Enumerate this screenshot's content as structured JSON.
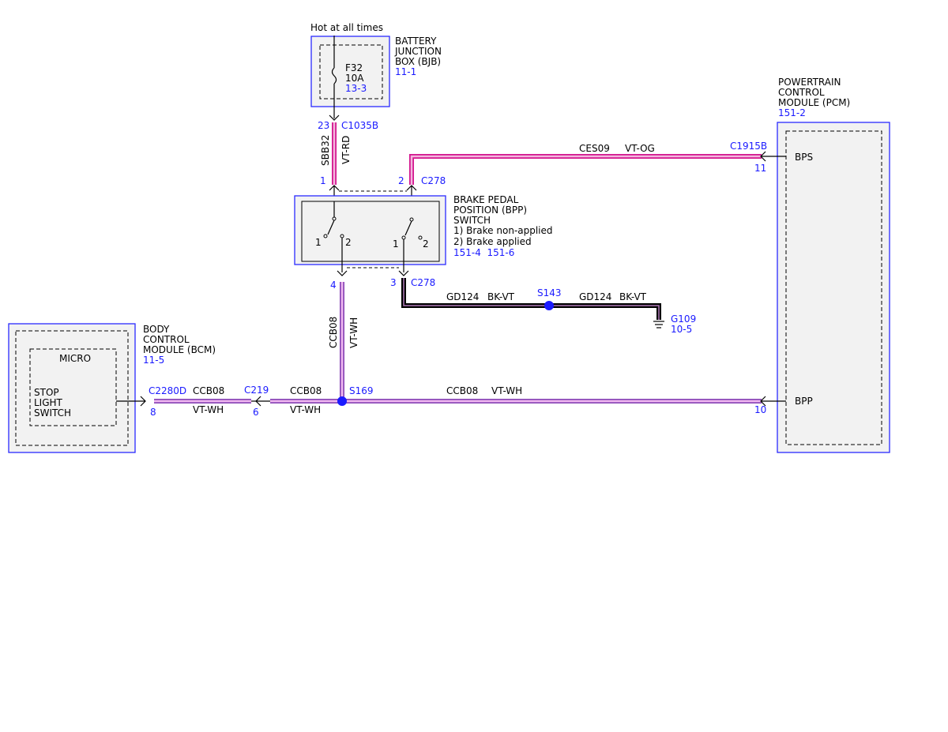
{
  "hot_label": "Hot at all times",
  "bjb": {
    "name_lines": [
      "BATTERY",
      "JUNCTION",
      "BOX (BJB)"
    ],
    "ref": "11-1",
    "fuse_name": "F32",
    "fuse_rating": "10A",
    "fuse_ref": "13-3",
    "pin": "23",
    "connector": "C1035B"
  },
  "wire_sbb32": {
    "circuit": "SBB32",
    "color": "VT-RD"
  },
  "bpp_switch": {
    "name_lines": [
      "BRAKE PEDAL",
      "POSITION (BPP)",
      "SWITCH"
    ],
    "notes": [
      "1) Brake non-applied",
      "2) Brake applied"
    ],
    "refs": "151-4  151-6",
    "pin_top_left": "1",
    "pin_top_right": "2",
    "connector_top": "C278",
    "pin_bottom_left": "4",
    "pin_bottom_right": "3",
    "connector_bottom": "C278",
    "contact_labels": [
      "1",
      "2",
      "1",
      "2"
    ]
  },
  "pcm": {
    "name_lines": [
      "POWERTRAIN",
      "CONTROL",
      "MODULE (PCM)"
    ],
    "ref": "151-2",
    "pin_bps_label": "BPS",
    "pin_bps_num": "11",
    "connector_bps": "C1915B",
    "pin_bpp_label": "BPP",
    "pin_bpp_num": "10"
  },
  "wire_ces09": {
    "circuit": "CES09",
    "color": "VT-OG"
  },
  "ground_run": {
    "circuit1": "GD124",
    "color1": "BK-VT",
    "splice": "S143",
    "circuit2": "GD124",
    "color2": "BK-VT",
    "ground": "G109",
    "ground_ref": "10-5"
  },
  "wire_ccb08_vertical": {
    "circuit": "CCB08",
    "color": "VT-WH"
  },
  "splice_s169": "S169",
  "wire_ccb08_right": {
    "circuit": "CCB08",
    "color": "VT-WH"
  },
  "wire_ccb08_mid": {
    "circuit": "CCB08",
    "color": "VT-WH"
  },
  "connector_c219": {
    "name": "C219",
    "pin": "6"
  },
  "wire_ccb08_left": {
    "circuit": "CCB08",
    "color": "VT-WH"
  },
  "bcm": {
    "name_lines": [
      "BODY",
      "CONTROL",
      "MODULE (BCM)"
    ],
    "ref": "11-5",
    "micro": "MICRO",
    "func_lines": [
      "STOP",
      "LIGHT",
      "SWITCH"
    ],
    "connector": "C2280D",
    "pin": "8"
  }
}
